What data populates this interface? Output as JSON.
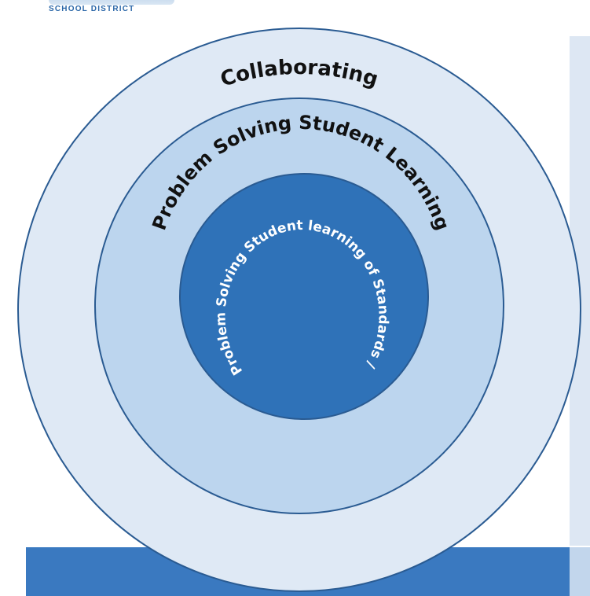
{
  "logo": {
    "district_text": "SCHOOL DISTRICT"
  },
  "diagram": {
    "outer_label": "Collaborating",
    "middle_label": "Problem Solving Student Learning",
    "inner_label": "Problem Solving Student learning of Standards /"
  },
  "colors": {
    "outer_fill": "#dfe9f5",
    "middle_fill": "#bcd5ee",
    "inner_fill": "#2f72b8",
    "stroke": "#2a5b92",
    "bottom_bar": "#3a79c0",
    "side_panel": "#dde7f3"
  }
}
